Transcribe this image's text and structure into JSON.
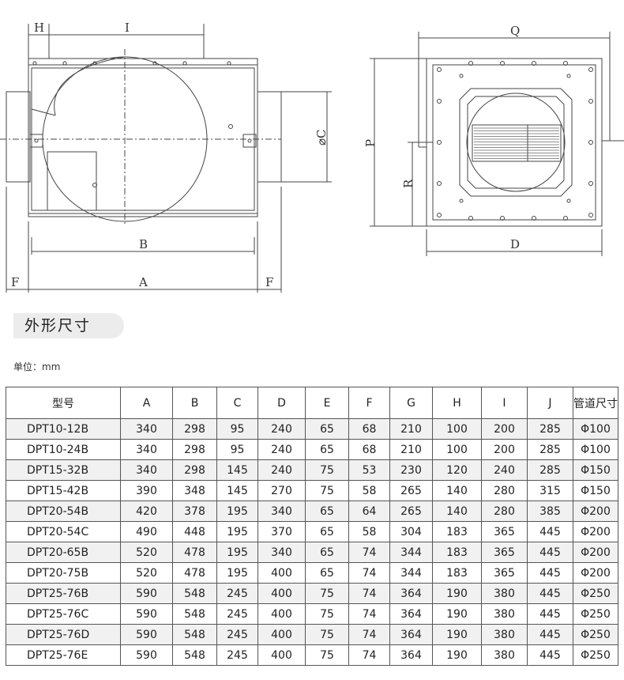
{
  "drawing_labels": {
    "H": "H",
    "I": "I",
    "C": "⌀C",
    "B": "B",
    "A": "A",
    "F_left": "F",
    "F_right": "F",
    "Q": "Q",
    "P": "P",
    "R": "R",
    "D": "D"
  },
  "section_title": "外形尺寸",
  "unit_label": "单位：mm",
  "table": {
    "headers": [
      "型号",
      "A",
      "B",
      "C",
      "D",
      "E",
      "F",
      "G",
      "H",
      "I",
      "J",
      "管道尺寸"
    ],
    "rows": [
      [
        "DPT10-12B",
        "340",
        "298",
        "95",
        "240",
        "65",
        "68",
        "210",
        "100",
        "200",
        "285",
        "Φ100"
      ],
      [
        "DPT10-24B",
        "340",
        "298",
        "95",
        "240",
        "65",
        "68",
        "210",
        "100",
        "200",
        "285",
        "Φ100"
      ],
      [
        "DPT15-32B",
        "340",
        "298",
        "145",
        "240",
        "75",
        "53",
        "230",
        "120",
        "240",
        "285",
        "Φ150"
      ],
      [
        "DPT15-42B",
        "390",
        "348",
        "145",
        "270",
        "75",
        "58",
        "265",
        "140",
        "280",
        "315",
        "Φ150"
      ],
      [
        "DPT20-54B",
        "420",
        "378",
        "195",
        "340",
        "65",
        "64",
        "265",
        "140",
        "280",
        "385",
        "Φ200"
      ],
      [
        "DPT20-54C",
        "490",
        "448",
        "195",
        "370",
        "65",
        "58",
        "304",
        "183",
        "365",
        "445",
        "Φ200"
      ],
      [
        "DPT20-65B",
        "520",
        "478",
        "195",
        "340",
        "65",
        "74",
        "344",
        "183",
        "365",
        "445",
        "Φ200"
      ],
      [
        "DPT20-75B",
        "520",
        "478",
        "195",
        "400",
        "65",
        "74",
        "344",
        "183",
        "365",
        "445",
        "Φ200"
      ],
      [
        "DPT25-76B",
        "590",
        "548",
        "245",
        "400",
        "75",
        "74",
        "364",
        "190",
        "380",
        "445",
        "Φ250"
      ],
      [
        "DPT25-76C",
        "590",
        "548",
        "245",
        "400",
        "75",
        "74",
        "364",
        "190",
        "380",
        "445",
        "Φ250"
      ],
      [
        "DPT25-76D",
        "590",
        "548",
        "245",
        "400",
        "75",
        "74",
        "364",
        "190",
        "380",
        "445",
        "Φ250"
      ],
      [
        "DPT25-76E",
        "590",
        "548",
        "245",
        "400",
        "75",
        "74",
        "364",
        "190",
        "380",
        "445",
        "Φ250"
      ]
    ]
  }
}
